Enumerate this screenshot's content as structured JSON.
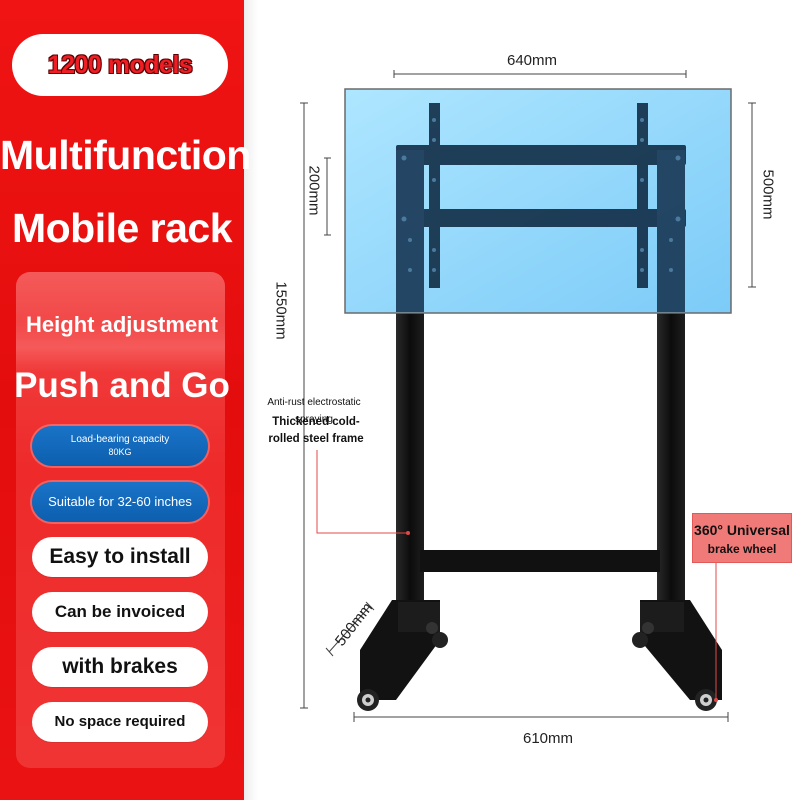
{
  "left_panel": {
    "badge": "1200 models",
    "title_line1": "Multifunction",
    "title_line2": "Mobile rack",
    "height_adjustment": "Height adjustment",
    "push_and_go": "Push and Go",
    "load_bearing_line1": "Load-bearing capacity",
    "load_bearing_line2": "80KG",
    "suitable": "Suitable for 32-60 inches",
    "features": [
      "Easy to install",
      "Can be invoiced",
      "with brakes",
      "No space required"
    ]
  },
  "illustration": {
    "dim_top_width": "640mm",
    "dim_vesa_height": "200mm",
    "dim_screen_height": "500mm",
    "dim_total_height": "1550mm",
    "dim_base_depth": "500mm",
    "dim_base_width": "610mm",
    "annotation_line1": "Anti-rust electrostatic spraying",
    "annotation_line2": "Thickened cold-rolled steel frame",
    "wheel_line1": "360° Universal",
    "wheel_line2": "brake wheel"
  },
  "colors": {
    "panel_red": "#ea1212",
    "pill_blue": "#0d5fae",
    "screen_blue": "#8fd3ff",
    "frame_black": "#111111",
    "callout_red": "#f07a78"
  }
}
